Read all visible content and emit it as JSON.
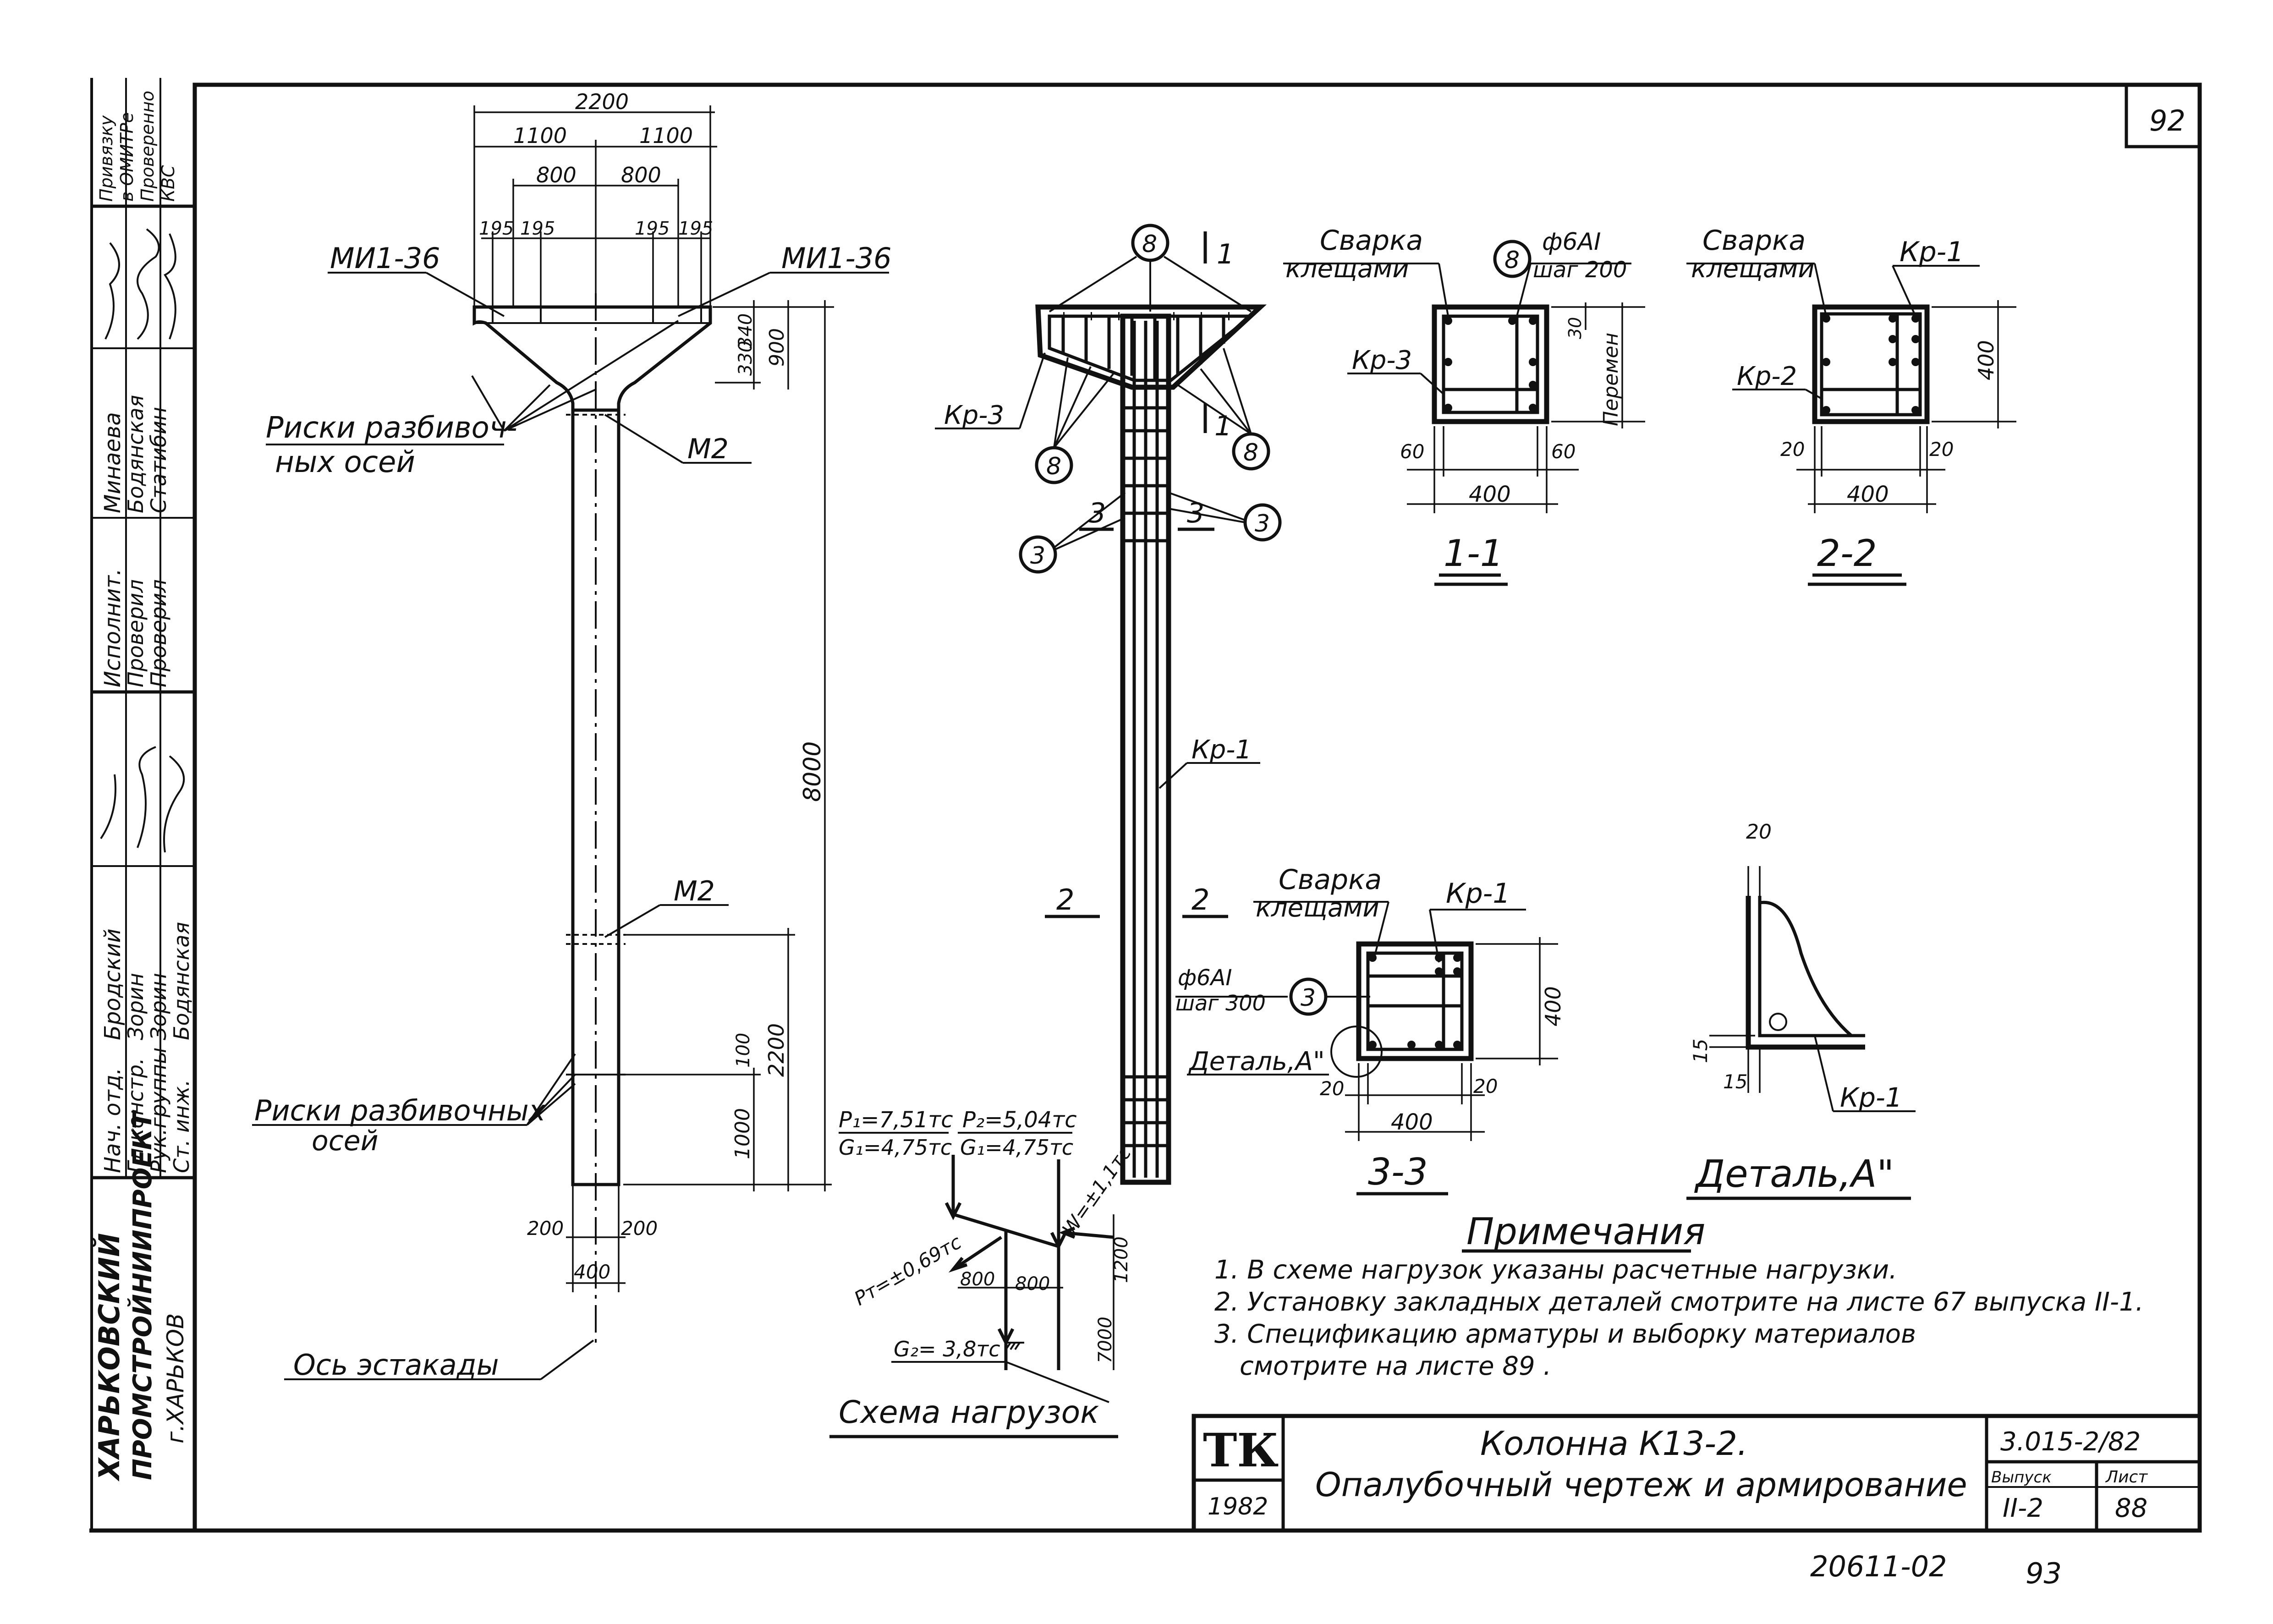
{
  "sheet": {
    "number": "92",
    "bottom_stamp": "20611-02",
    "bottom_page": "93"
  },
  "side_stamp": {
    "org": [
      "ХАРЬКОВСКИЙ",
      "ПРОМСТРОЙНИИПРОЕКТ",
      "г.ХАРЬКОВ"
    ],
    "roles": [
      "Нач. отд.",
      "Гл.констр.",
      "Рук.группы",
      "Ст. инж."
    ],
    "names_a": [
      "Бродский",
      "Зорин",
      "Зорин",
      "Бодянская"
    ],
    "roles_b": [
      "Исполнит.",
      "Проверил",
      "Проверил"
    ],
    "names_b": [
      "Минаева",
      "Бодянская",
      "Статибин"
    ],
    "top_note": [
      "Привязку",
      "в ОМИТРе",
      "Проверенно",
      "КВС"
    ]
  },
  "column_elevation": {
    "dims": {
      "total_width": "2200",
      "half_left": "1100",
      "half_right": "1100",
      "inner_left": "800",
      "inner_right": "800",
      "plate_a": "195",
      "plate_b": "195",
      "plate_c": "195",
      "plate_d": "195",
      "head_a": "330",
      "head_b": "340",
      "head_h": "900",
      "height": "8000",
      "bottom": "2200",
      "mark_100": "100",
      "mark_1000": "1000",
      "base_left": "200",
      "base_right": "200",
      "base_width": "400"
    },
    "labels": {
      "embed_left": "МИ1-36",
      "embed_right": "МИ1-36",
      "risks_top_1": "Риски разбивоч-",
      "risks_top_2": "ных осей",
      "m2_top": "М2",
      "m2_bottom": "М2",
      "risks_bottom_1": "Риски разбивочных",
      "risks_bottom_2": "осей",
      "axis": "Ось эстакады"
    }
  },
  "reinforcement": {
    "marker_8": "8",
    "marker_3": "3",
    "section_1": "1",
    "section_3": "3",
    "section_2": "2",
    "kp1": "Кр-1",
    "kp3": "Кр-3"
  },
  "section_1_1": {
    "weld": [
      "Сварка",
      "клещами"
    ],
    "bar": "ф6АI",
    "step": "шаг 200",
    "marker": "8",
    "kp3": "Кр-3",
    "d30": "30",
    "variable": "Перемен",
    "d60a": "60",
    "d60b": "60",
    "width": "400",
    "title": "1-1"
  },
  "section_2_2": {
    "weld": [
      "Сварка",
      "клещами"
    ],
    "kp1": "Кр-1",
    "kp2": "Кр-2",
    "height": "400",
    "d20a": "20",
    "d20b": "20",
    "width": "400",
    "title": "2-2"
  },
  "section_3_3": {
    "weld": [
      "Сварка",
      "клещами"
    ],
    "kp1": "Кр-1",
    "bar": "ф6АI",
    "step": "шаг 300",
    "marker": "3",
    "detail": "Деталь,А\"",
    "height": "400",
    "d20a": "20",
    "d20b": "20",
    "width": "400",
    "title": "3-3"
  },
  "detail_a": {
    "d20": "20",
    "d15a": "15",
    "d15b": "15",
    "kp1": "Кр-1",
    "title": "Деталь,А\""
  },
  "load_scheme": {
    "p1": "Р₁=7,51тс",
    "g1a": "G₁=4,75тс",
    "p2": "Р₂=5,04тс",
    "g1b": "G₁=4,75тс",
    "w": "W=±1,1тс",
    "pt": "Рт=±0,69тс",
    "d800a": "800",
    "d800b": "800",
    "d1200": "1200",
    "d7000": "7000",
    "g2": "G₂= 3,8тс",
    "title": "Схема нагрузок"
  },
  "notes": {
    "title": "Примечания",
    "items": [
      "1. В схеме нагрузок указаны расчетные нагрузки.",
      "2. Установку закладных деталей смотрите на листе 67 выпуска II-1.",
      "3. Спецификацию арматуры и выборку материалов",
      "смотрите на листе 89 ."
    ]
  },
  "title_block": {
    "logo": "ТК",
    "year": "1982",
    "title_1": "Колонна К13-2.",
    "title_2": "Опалубочный чертеж и армирование",
    "code": "3.015-2/82",
    "issue_label": "Выпуск",
    "issue": "II-2",
    "sheet_label": "Лист",
    "sheet": "88"
  }
}
